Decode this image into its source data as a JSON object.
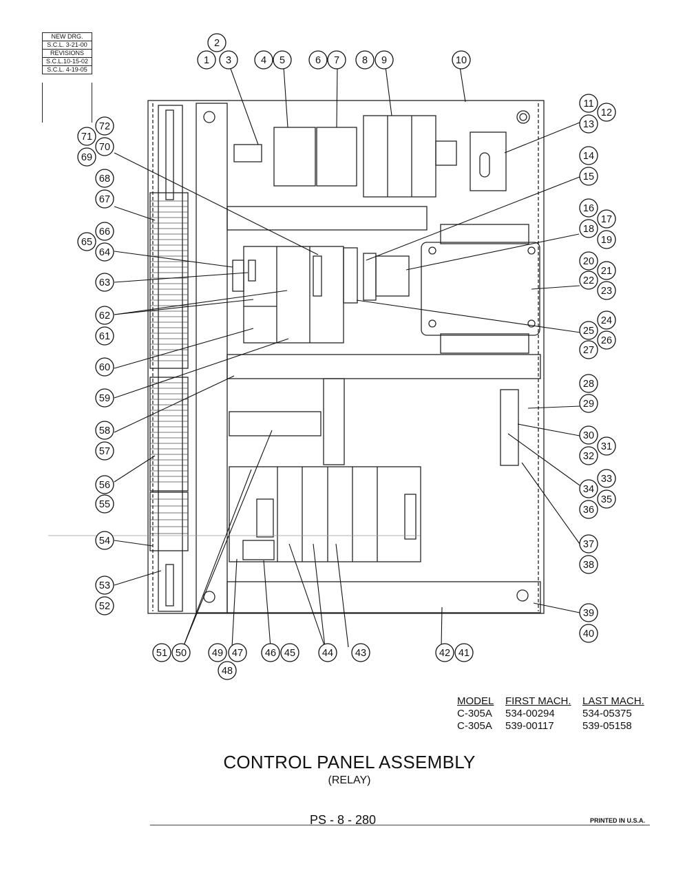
{
  "revision_box": {
    "new_drg": "NEW DRG.",
    "new_drg_date": "S.C.L. 3-21-00",
    "revisions": "REVISIONS",
    "rev1": "S.C.L.10-15-02",
    "rev2": "S.C.L. 4-19-05"
  },
  "callouts": [
    "1",
    "2",
    "3",
    "4",
    "5",
    "6",
    "7",
    "8",
    "9",
    "10",
    "11",
    "12",
    "13",
    "14",
    "15",
    "16",
    "17",
    "18",
    "19",
    "20",
    "21",
    "22",
    "23",
    "24",
    "25",
    "26",
    "27",
    "28",
    "29",
    "30",
    "31",
    "32",
    "33",
    "34",
    "35",
    "36",
    "37",
    "38",
    "39",
    "40",
    "41",
    "42",
    "43",
    "44",
    "45",
    "46",
    "47",
    "48",
    "49",
    "50",
    "51",
    "52",
    "53",
    "54",
    "55",
    "56",
    "57",
    "58",
    "59",
    "60",
    "61",
    "62",
    "63",
    "64",
    "65",
    "66",
    "67",
    "68",
    "69",
    "70",
    "71",
    "72"
  ],
  "model_table": {
    "headers": [
      "MODEL",
      "FIRST MACH.",
      "LAST MACH."
    ],
    "rows": [
      [
        "C-305A",
        "534-00294",
        "534-05375"
      ],
      [
        "C-305A",
        "539-00117",
        "539-05158"
      ]
    ]
  },
  "title": "CONTROL PANEL ASSEMBLY",
  "subtitle": "(RELAY)",
  "page_number": "PS - 8 - 280",
  "printed": "PRINTED IN U.S.A."
}
